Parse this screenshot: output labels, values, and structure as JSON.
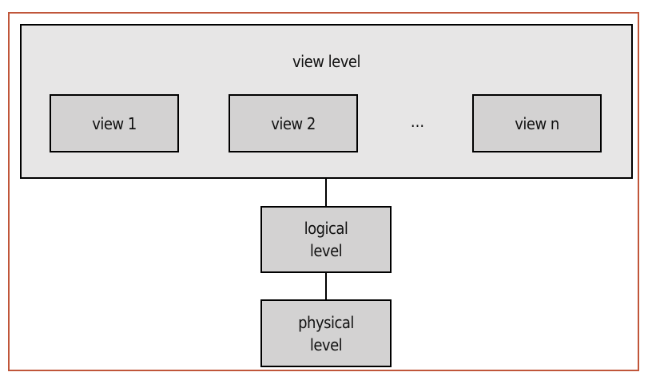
{
  "diagram": {
    "view_level": {
      "label": "view level",
      "views": [
        "view 1",
        "view 2",
        "view n"
      ],
      "ellipsis": "..."
    },
    "logical_level": {
      "line1": "logical",
      "line2": "level"
    },
    "physical_level": {
      "line1": "physical",
      "line2": "level"
    },
    "colors": {
      "frame_border": "#c0563a",
      "view_level_fill": "#e7e6e6",
      "box_fill": "#d3d2d2",
      "stroke": "#000000"
    }
  }
}
